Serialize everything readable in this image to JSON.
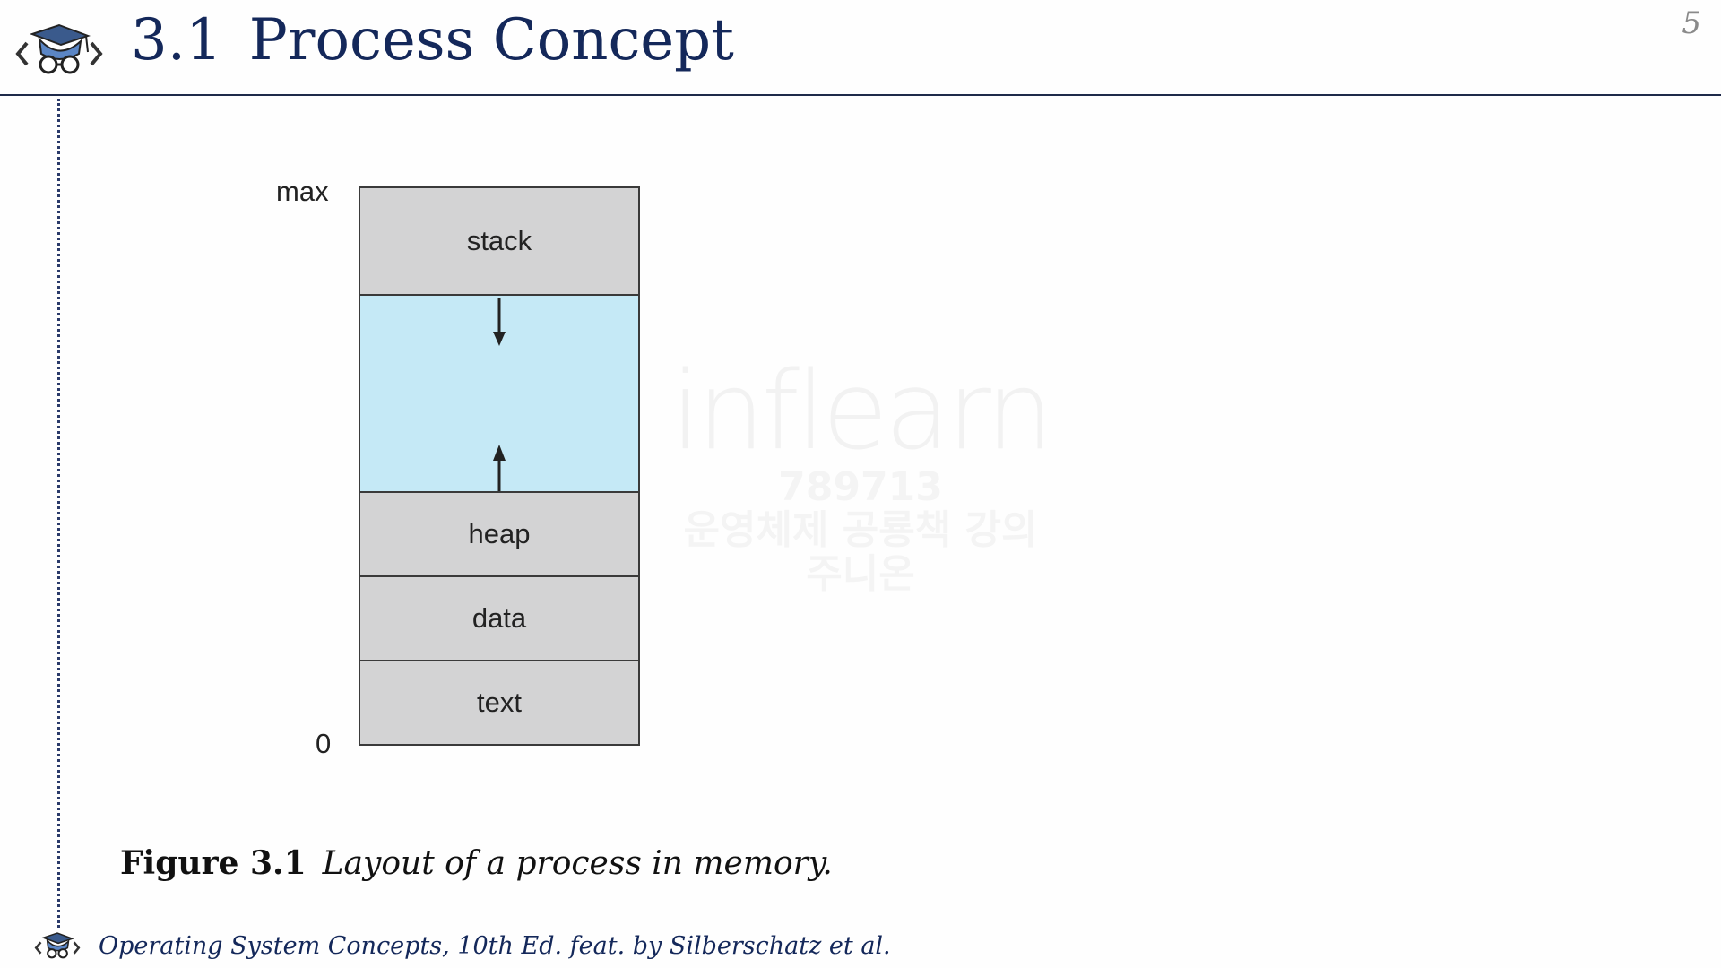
{
  "header": {
    "section_number": "3.1",
    "title": "Process Concept",
    "page_number": "5"
  },
  "diagram": {
    "axis_top_label": "max",
    "axis_bottom_label": "0",
    "segments": [
      {
        "label": "stack",
        "color": "#d3d3d4"
      },
      {
        "label": "",
        "color": "#c5e9f6"
      },
      {
        "label": "heap",
        "color": "#d3d3d4"
      },
      {
        "label": "data",
        "color": "#d3d3d4"
      },
      {
        "label": "text",
        "color": "#d3d3d4"
      }
    ]
  },
  "caption": {
    "figure_number": "Figure 3.1",
    "text": "Layout of a process in memory."
  },
  "footer": {
    "text": "Operating System Concepts, 10th Ed. feat. by Silberschatz et al."
  },
  "watermark": {
    "brand": "inflearn",
    "code": "789713",
    "course": "운영체제 공룡책 강의",
    "author": "주니온"
  },
  "colors": {
    "title": "#14285a",
    "free_space": "#c5e9f6",
    "segment": "#d3d3d4"
  },
  "icons": {
    "logo": "graduation-cap-glasses-icon"
  }
}
